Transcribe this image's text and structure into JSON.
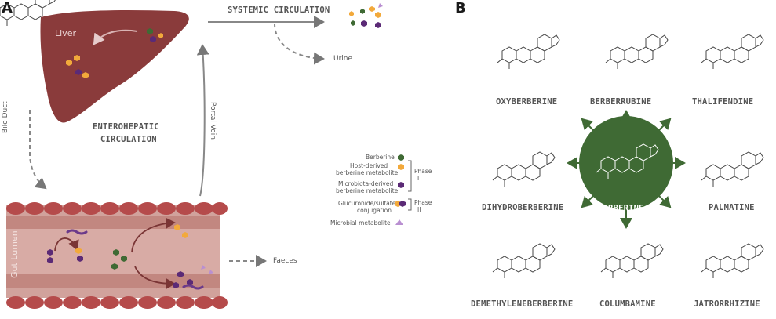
{
  "panels": {
    "a": "A",
    "b": "B"
  },
  "panel_a": {
    "systemic_circulation": "SYSTEMIC CIRCULATION",
    "urine": "Urine",
    "liver": "Liver",
    "enterohepatic_line1": "ENTEROHEPATIC",
    "enterohepatic_line2": "CIRCULATION",
    "bile_duct": "Bile Duct",
    "portal_vein": "Portal Vein",
    "gut_lumen": "Gut Lumen",
    "faeces": "Faeces"
  },
  "legend": {
    "berberine": "Berberine",
    "host_line1": "Host-derived",
    "host_line2": "berberine metabolite",
    "micro_line1": "Microbiota-derived",
    "micro_line2": "berberine metabolite",
    "phase1_line1": "Phase",
    "phase1_line2": "I",
    "gluc_line1": "Glucuronide/sulfate",
    "gluc_line2": "conjugation",
    "phase2_line1": "Phase",
    "phase2_line2": "II",
    "microbial": "Microbial metabolite"
  },
  "colors": {
    "liver": "#8a3b3b",
    "gut": "#c98f88",
    "gut_wall": "#b34a4a",
    "berberine": "#3f6a34",
    "host": "#f2a93b",
    "microbiota": "#5b2a76",
    "microbial": "#b98fd1",
    "arrow": "#777777"
  },
  "panel_b": {
    "center": "BERBERINE",
    "derivatives": [
      "OXYBERBERINE",
      "BERBERRUBINE",
      "THALIFENDINE",
      "DIHYDROBERBERINE",
      "PALMATINE",
      "DEMETHYLENEBERBERINE",
      "COLUMBAMINE",
      "JATRORRHIZINE"
    ]
  }
}
